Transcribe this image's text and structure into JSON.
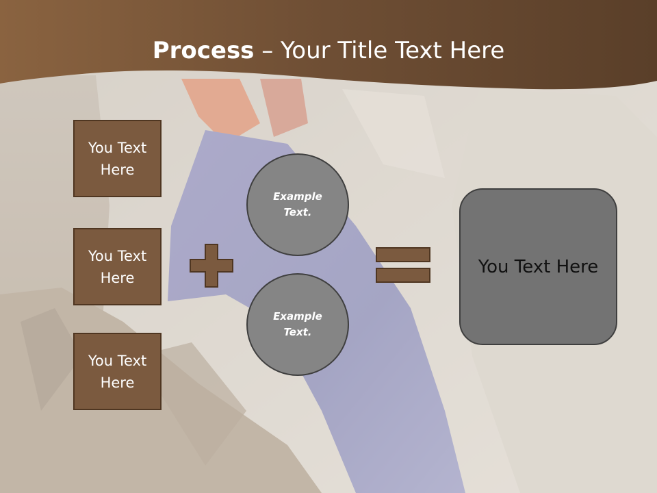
{
  "slide": {
    "title_bold": "Process",
    "title_rest": " – Your Title Text Here",
    "left_boxes": [
      "You Text Here",
      "You Text Here",
      "You Text Here"
    ],
    "circles": [
      "Example Text.",
      "Example Text."
    ],
    "result": "You Text Here"
  },
  "theme": {
    "header_brown": "#7a5a3c",
    "box_brown": "#7b5a3f",
    "box_border": "#4f3621",
    "circle_gray": "#858585",
    "result_gray": "#737373",
    "operator_fill": "#7b5a3f"
  },
  "icons": {
    "plus": "plus-sign-shape",
    "equals": "equals-sign-shape"
  }
}
